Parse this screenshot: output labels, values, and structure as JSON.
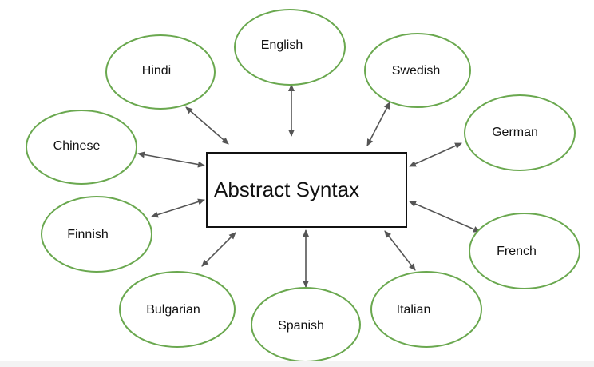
{
  "diagram": {
    "center": {
      "label": "Abstract Syntax"
    },
    "nodes": [
      {
        "id": "english",
        "label": "English"
      },
      {
        "id": "hindi",
        "label": "Hindi"
      },
      {
        "id": "swedish",
        "label": "Swedish"
      },
      {
        "id": "chinese",
        "label": "Chinese"
      },
      {
        "id": "german",
        "label": "German"
      },
      {
        "id": "finnish",
        "label": "Finnish"
      },
      {
        "id": "french",
        "label": "French"
      },
      {
        "id": "bulgarian",
        "label": "Bulgarian"
      },
      {
        "id": "spanish",
        "label": "Spanish"
      },
      {
        "id": "italian",
        "label": "Italian"
      }
    ],
    "edges_bidirectional": true,
    "colors": {
      "node_border": "#6aa84f",
      "arrow": "#555555",
      "box_border": "#111111"
    }
  }
}
